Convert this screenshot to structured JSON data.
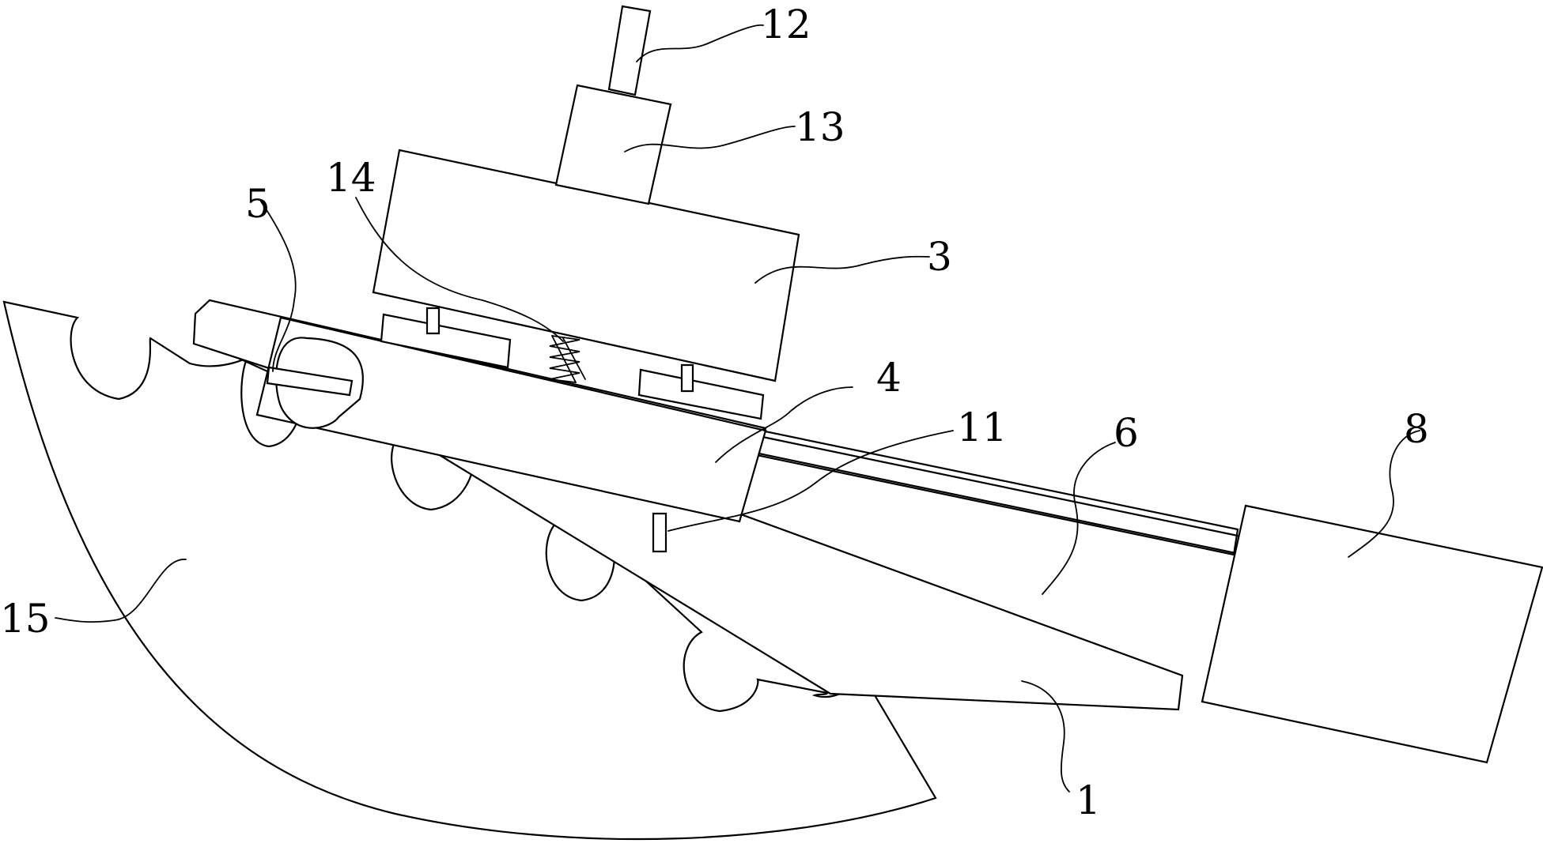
{
  "figure": {
    "labels": {
      "l12": "12",
      "l13": "13",
      "l14": "14",
      "l5": "5",
      "l3": "3",
      "l4": "4",
      "l11": "11",
      "l6": "6",
      "l8": "8",
      "l15": "15",
      "l1": "1"
    }
  },
  "colors": {
    "line": "#000000",
    "background": "#ffffff"
  }
}
